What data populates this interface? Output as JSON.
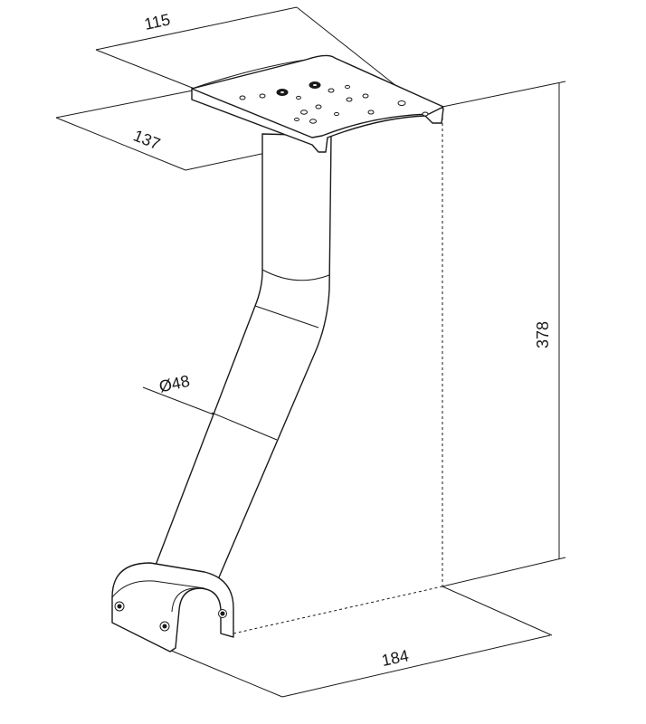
{
  "dimensions": {
    "plate_depth": "115",
    "plate_width": "137",
    "tube_diameter": "Ø48",
    "total_height": "378",
    "base_width": "184"
  }
}
